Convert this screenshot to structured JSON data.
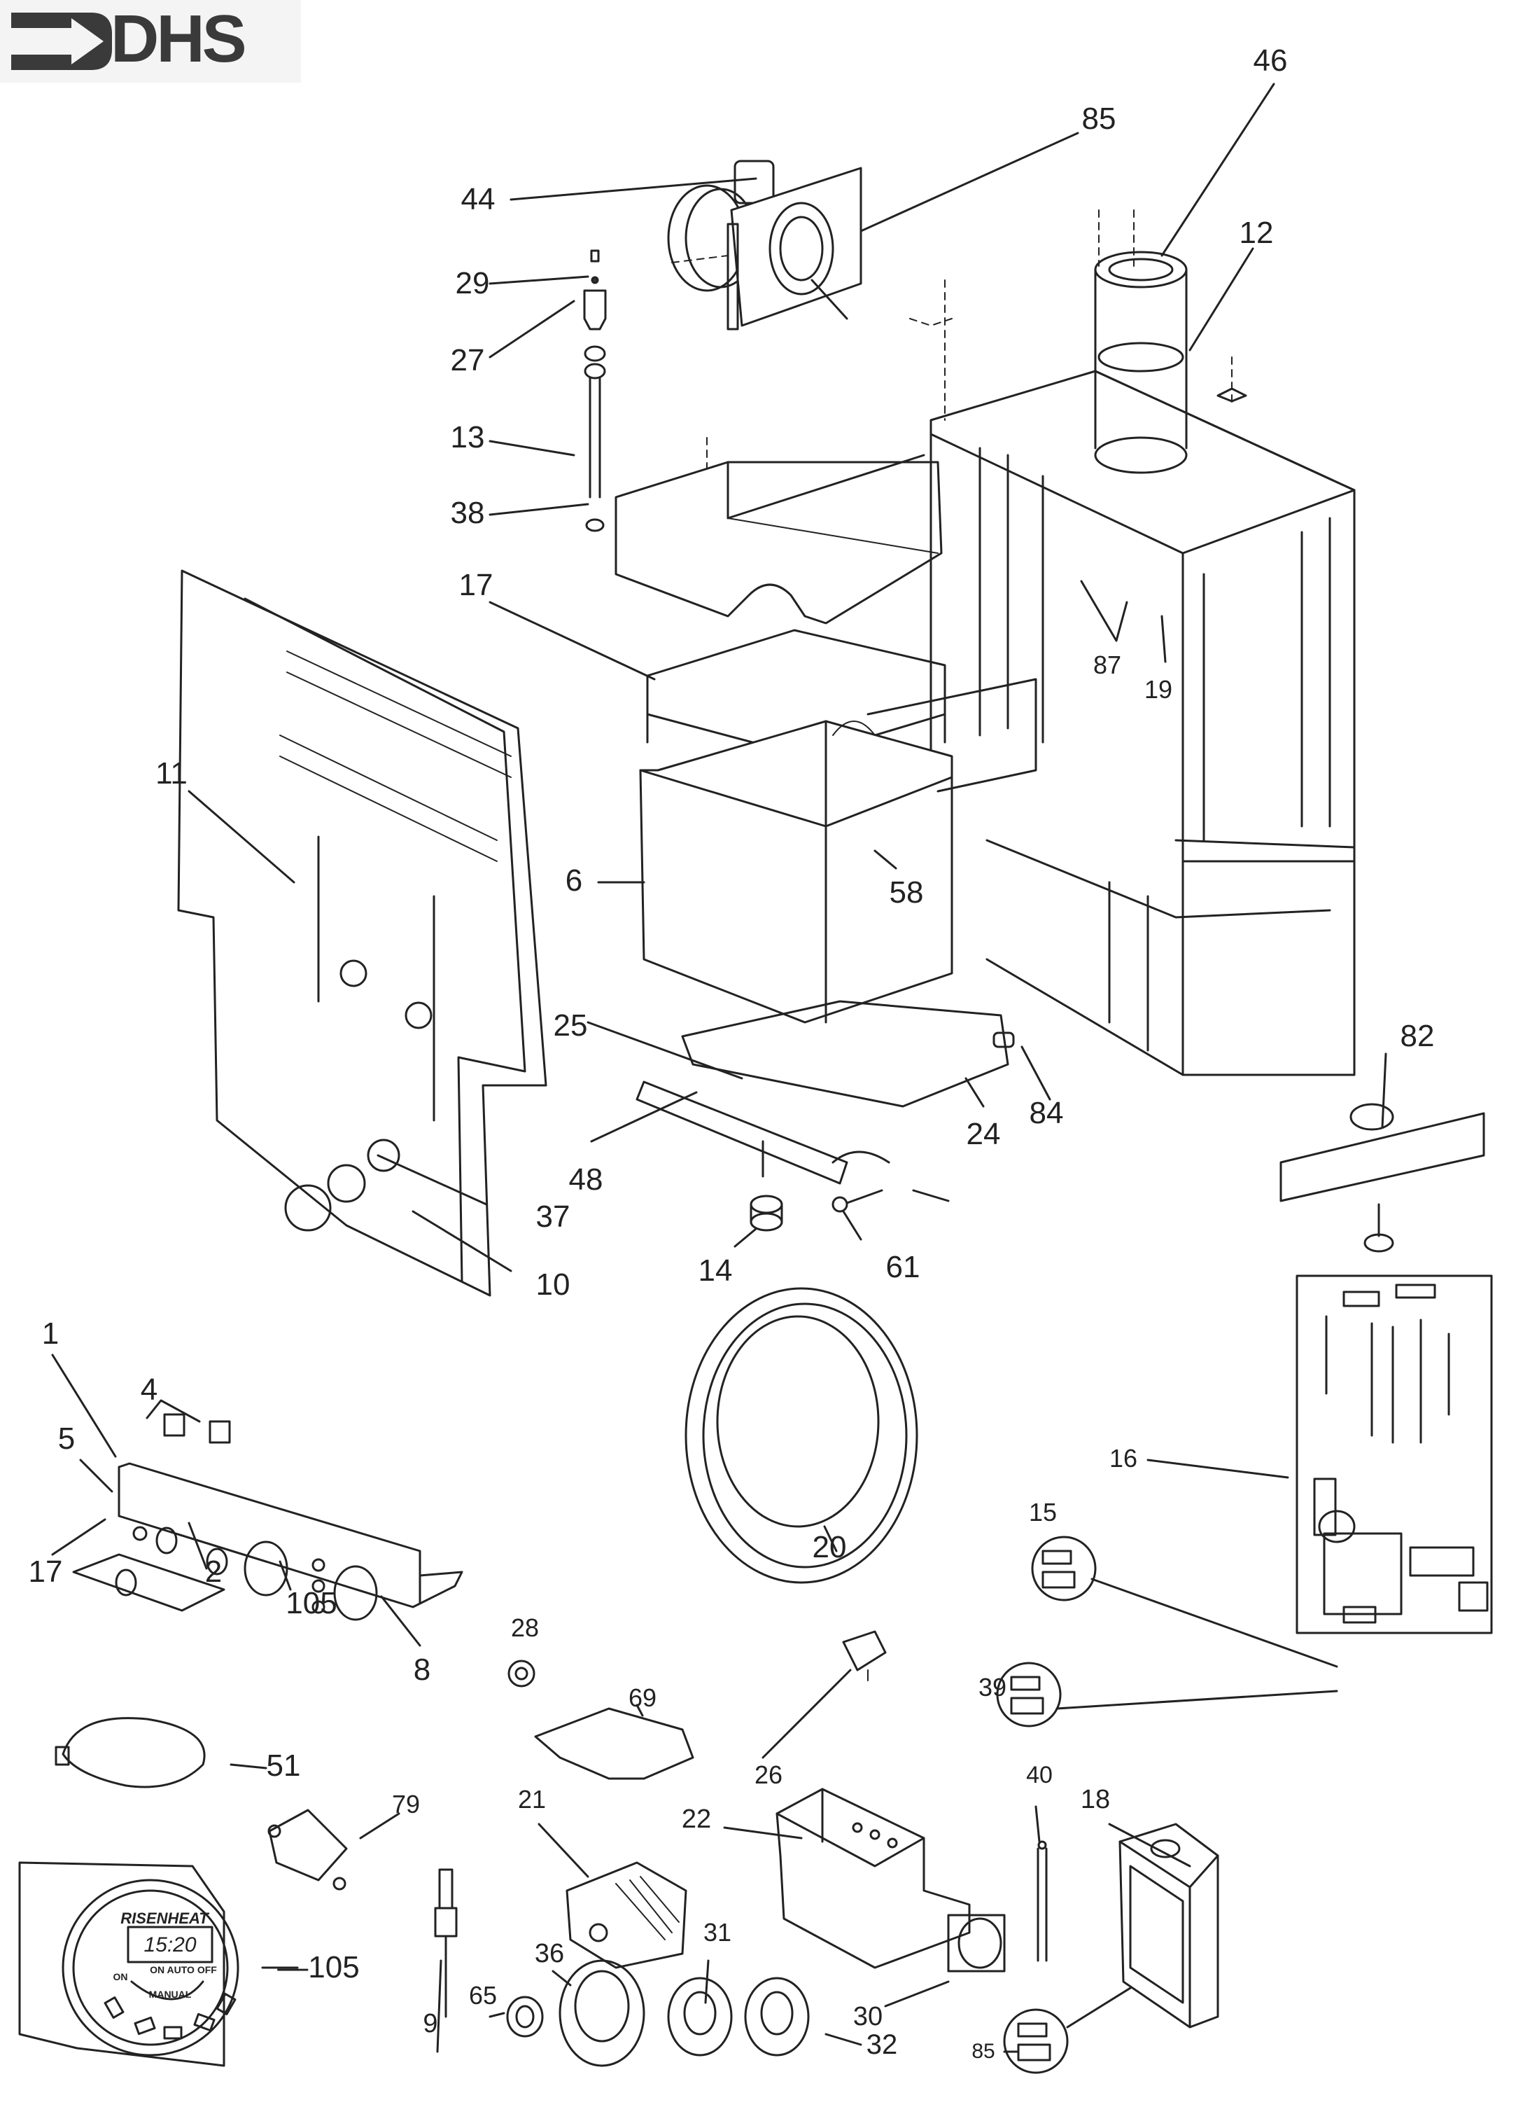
{
  "document": {
    "brand": "DHS",
    "type": "exploded-parts-diagram"
  },
  "timer_face": {
    "brand_text": "RISENHEAT",
    "display_time": "15:20",
    "mode_labels": "ON  AUTO  OFF",
    "on_label": "ON",
    "manual_label": "MANUAL"
  },
  "labels": [
    {
      "id": "44",
      "text": "44"
    },
    {
      "id": "85a",
      "text": "85"
    },
    {
      "id": "46",
      "text": "46"
    },
    {
      "id": "12",
      "text": "12"
    },
    {
      "id": "29",
      "text": "29"
    },
    {
      "id": "27",
      "text": "27"
    },
    {
      "id": "13",
      "text": "13"
    },
    {
      "id": "38",
      "text": "38"
    },
    {
      "id": "17a",
      "text": "17"
    },
    {
      "id": "87",
      "text": "87"
    },
    {
      "id": "19",
      "text": "19"
    },
    {
      "id": "11",
      "text": "11"
    },
    {
      "id": "6",
      "text": "6"
    },
    {
      "id": "58",
      "text": "58"
    },
    {
      "id": "25",
      "text": "25"
    },
    {
      "id": "82",
      "text": "82"
    },
    {
      "id": "84",
      "text": "84"
    },
    {
      "id": "24",
      "text": "24"
    },
    {
      "id": "48",
      "text": "48"
    },
    {
      "id": "37",
      "text": "37"
    },
    {
      "id": "10",
      "text": "10"
    },
    {
      "id": "14",
      "text": "14"
    },
    {
      "id": "61",
      "text": "61"
    },
    {
      "id": "20",
      "text": "20"
    },
    {
      "id": "1",
      "text": "1"
    },
    {
      "id": "4",
      "text": "4"
    },
    {
      "id": "5",
      "text": "5"
    },
    {
      "id": "16",
      "text": "16"
    },
    {
      "id": "15",
      "text": "15"
    },
    {
      "id": "17b",
      "text": "17"
    },
    {
      "id": "2",
      "text": "2"
    },
    {
      "id": "105a",
      "text": "105"
    },
    {
      "id": "8",
      "text": "8"
    },
    {
      "id": "28",
      "text": "28"
    },
    {
      "id": "69",
      "text": "69"
    },
    {
      "id": "39",
      "text": "39"
    },
    {
      "id": "26",
      "text": "26"
    },
    {
      "id": "51",
      "text": "51"
    },
    {
      "id": "79",
      "text": "79"
    },
    {
      "id": "21",
      "text": "21"
    },
    {
      "id": "22",
      "text": "22"
    },
    {
      "id": "40",
      "text": "40"
    },
    {
      "id": "18",
      "text": "18"
    },
    {
      "id": "105b",
      "text": "—105"
    },
    {
      "id": "9",
      "text": "9"
    },
    {
      "id": "36",
      "text": "36"
    },
    {
      "id": "31",
      "text": "31"
    },
    {
      "id": "30",
      "text": "30"
    },
    {
      "id": "65",
      "text": "65"
    },
    {
      "id": "32",
      "text": "32"
    },
    {
      "id": "85b",
      "text": "85"
    }
  ]
}
